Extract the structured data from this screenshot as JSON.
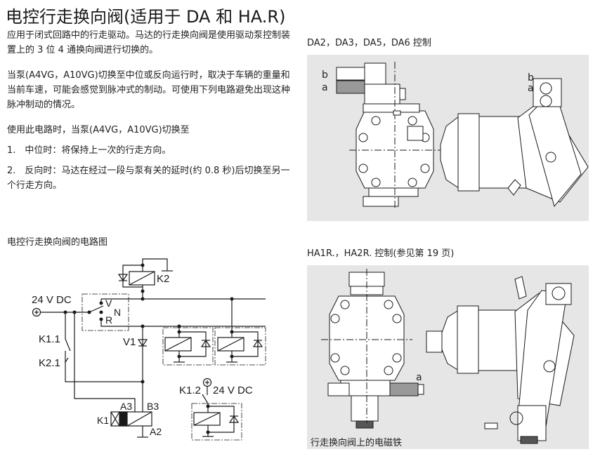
{
  "title": "电控行走换向阀(适用于 DA 和 HA.R)",
  "paragraphs": [
    "应用于闭式回路中的行走驱动。马达的行走换向阀是使用驱动泵控制装置上的 3 位 4 通换向阀进行切换的。",
    "当泵(A4VG，A10VG)切换至中位或反向运行时，取决于车辆的重量和当前车速，可能会感觉到脉冲式的制动。可使用下列电路避免出现这种脉冲制动的情况。",
    "使用此电路时，当泵(A4VG，A10VG)切换至",
    "1.　中位时：将保持上一次的行走方向。",
    "2.　反向时：马达在经过一段与泵有关的延时(约 0.8 秒)后切换至另一个行走方向。"
  ],
  "circuit": {
    "heading": "电控行走换向阀的电路图",
    "supply": "24 V DC",
    "supply2": "24 V DC",
    "labels": {
      "k2": "K2",
      "v": "V",
      "n": "N",
      "r": "R",
      "v1": "V1",
      "k11": "K1.1",
      "k21": "K2.1",
      "a3": "A3",
      "b3": "B3",
      "k1": "K1",
      "a2": "A2",
      "k12": "K1.2"
    }
  },
  "figure1": {
    "caption": "DA2，DA3，DA5，DA6 控制",
    "label_b": "b",
    "label_a": "a",
    "label_b2": "b",
    "label_a2": "a"
  },
  "figure2": {
    "caption": "HA1R.，HA2R. 控制(参见第 19 页)",
    "label_a": "a",
    "footnote": "行走换向阀上的电磁铁"
  },
  "colors": {
    "panel": "#e6e6e6",
    "line": "#1a1a1a"
  }
}
